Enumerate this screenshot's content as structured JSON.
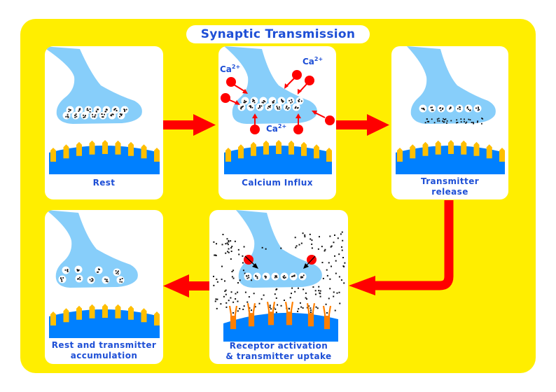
{
  "title": "Synaptic Transmission",
  "colors": {
    "board": "#ffee00",
    "terminal": "#87cefa",
    "postsynaptic": "#0080ff",
    "receptor_spine": "#ffbf00",
    "active_receptor": "#ff7f00",
    "arrow": "#ff0000",
    "calcium": "#ff0000",
    "text": "#1e4fd6"
  },
  "panels": [
    {
      "id": "rest",
      "caption": "Rest",
      "step": 1
    },
    {
      "id": "calcium-influx",
      "caption": "Calcium Influx",
      "step": 2,
      "ion_label": "Ca2+",
      "ion_label_base": "Ca",
      "ion_label_sup": "2+"
    },
    {
      "id": "transmitter-release",
      "caption": "Transmitter\nrelease",
      "step": 3
    },
    {
      "id": "receptor-activation",
      "caption": "Receptor activation\n& transmitter uptake",
      "step": 4
    },
    {
      "id": "rest-accumulation",
      "caption": "Rest and transmitter\naccumulation",
      "step": 5
    }
  ],
  "flow": [
    "rest",
    "calcium-influx",
    "transmitter-release",
    "receptor-activation",
    "rest-accumulation"
  ]
}
